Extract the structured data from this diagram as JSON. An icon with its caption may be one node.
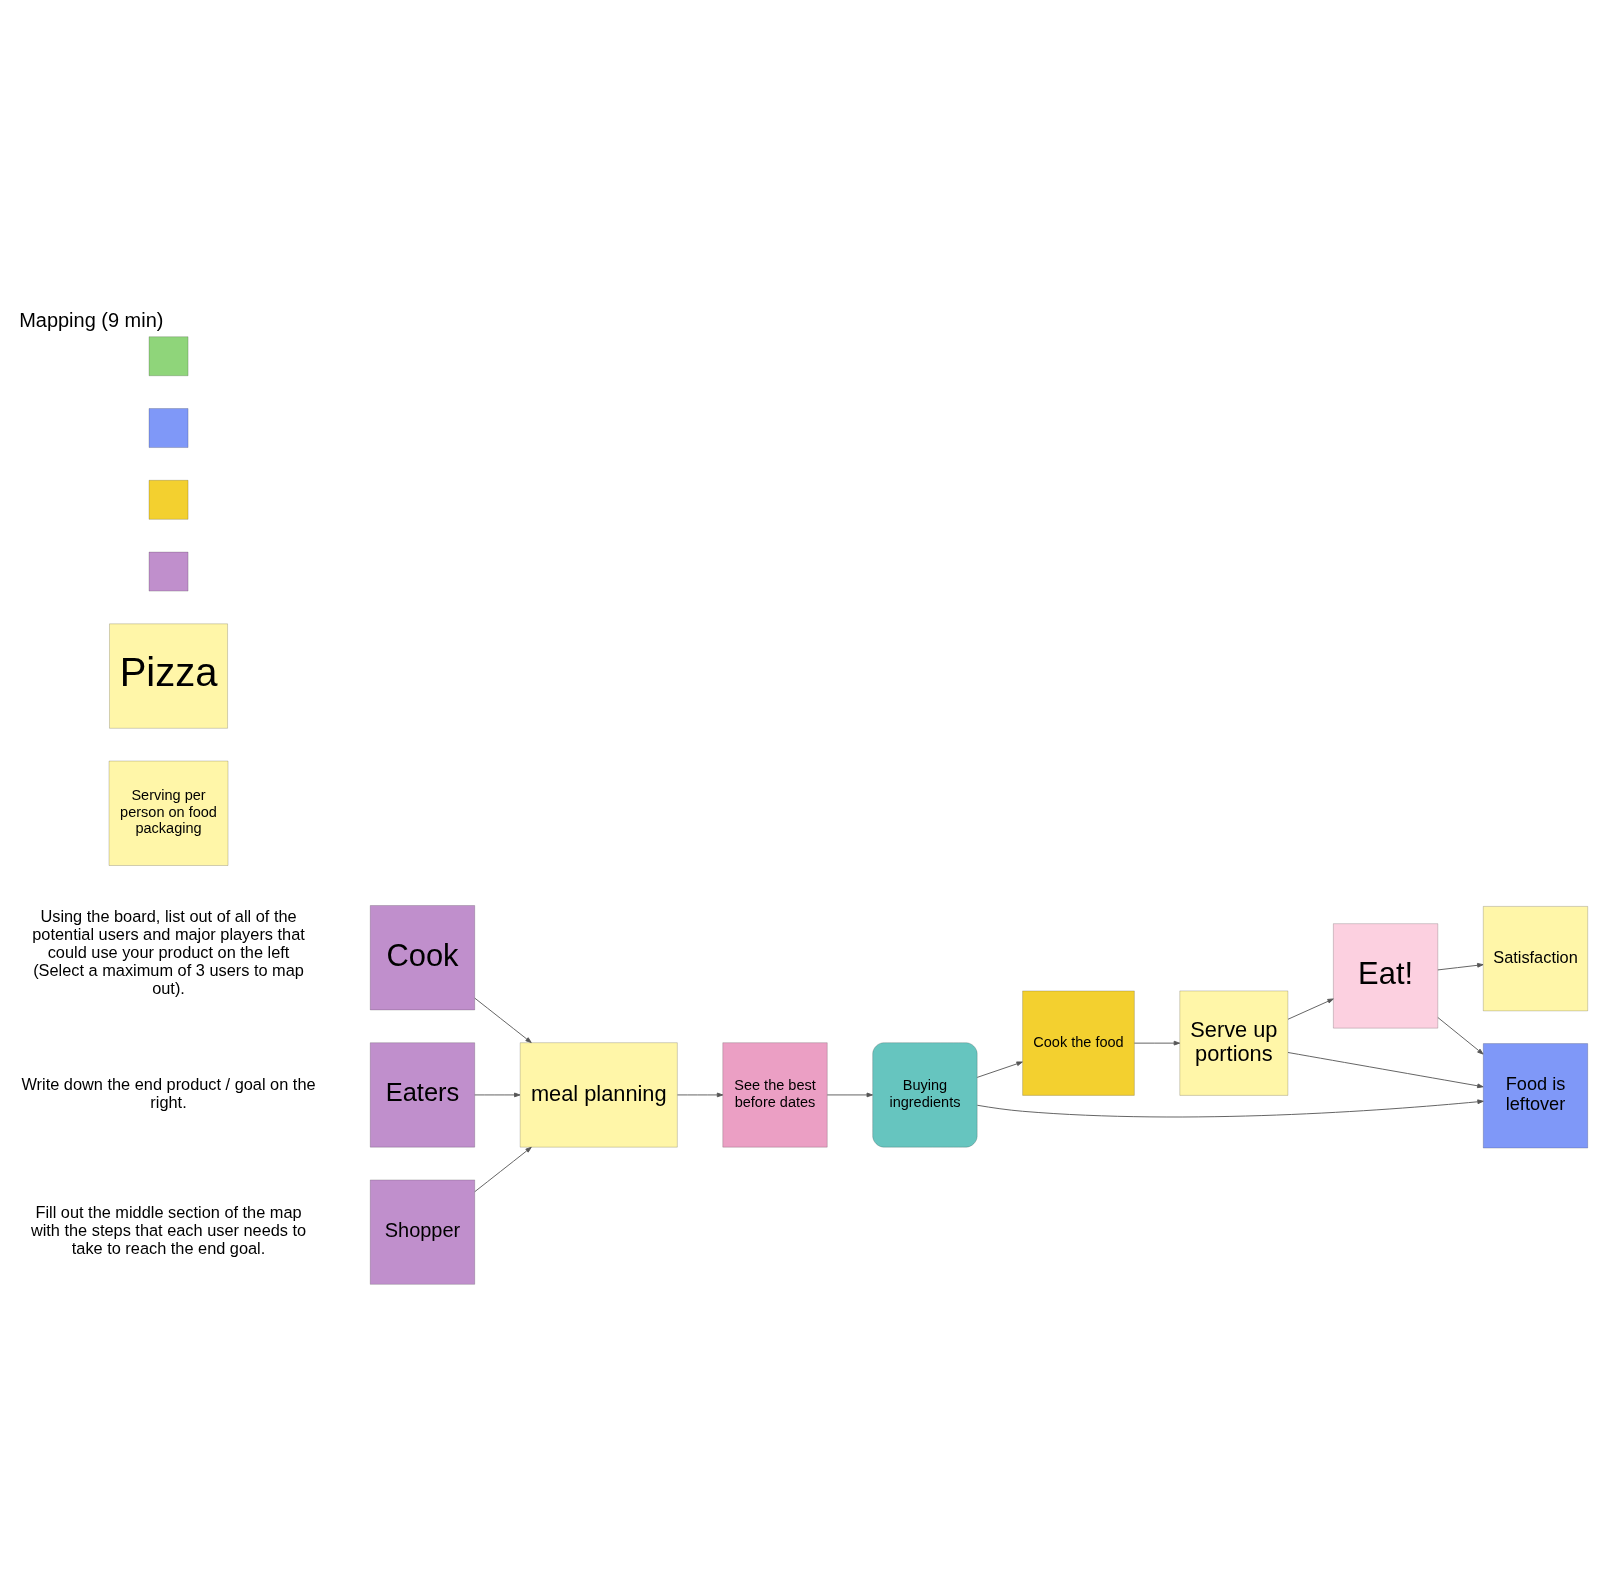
{
  "diagram": {
    "title": "Mapping (9 min)",
    "nodes": [
      {
        "text": [
          "Shopper"
        ]
      },
      {
        "text": [
          "Cook"
        ]
      },
      {
        "text": [
          "Eaters"
        ]
      },
      {
        "text": [
          "meal planning"
        ]
      },
      {
        "text": [
          "See the best before dates"
        ]
      },
      {
        "text": [
          "Buying ingredients"
        ]
      },
      {
        "text": [
          "Cook the food"
        ]
      },
      {
        "text": [
          "Serve up portions"
        ]
      },
      {
        "text": [
          "Food is leftover"
        ]
      },
      {
        "text": [
          "Eat!"
        ]
      },
      {
        "text": [
          "Satisfaction"
        ]
      },
      {
        "text": [
          "Serving per person on food packaging"
        ]
      },
      {
        "text": [
          "Pizza"
        ]
      },
      {
        "text": [],
        "shape": "box"
      },
      {
        "text": [],
        "shape": "box"
      },
      {
        "text": [],
        "shape": "box"
      },
      {
        "text": [],
        "shape": "box"
      }
    ],
    "edges": [
      {
        "from": 0,
        "to": 3,
        "arrow": "to"
      },
      {
        "from": 1,
        "to": 3,
        "arrow": "to"
      },
      {
        "from": 2,
        "to": 3,
        "arrow": "to"
      },
      {
        "from": 3,
        "to": 4,
        "arrow": "to"
      },
      {
        "from": 4,
        "to": 5,
        "arrow": "to"
      },
      {
        "from": 5,
        "to": 6,
        "arrow": "to"
      },
      {
        "from": 5,
        "to": 8,
        "arrow": "to"
      },
      {
        "from": 6,
        "to": 7,
        "arrow": "to"
      },
      {
        "from": 7,
        "to": 8,
        "arrow": "to"
      },
      {
        "from": 7,
        "to": 9,
        "arrow": "to"
      },
      {
        "from": 9,
        "to": 10,
        "arrow": "to"
      },
      {
        "from": 9,
        "to": 8,
        "arrow": "to"
      }
    ],
    "labels": [
      "Using the board, list out of all of the potential users and major players that could use your product on the left (Select a maximum of 3 users to map out).",
      "Write down the end product / goal on the right.",
      "Fill out the middle section of the map with the steps that each user needs to take to reach the end goal."
    ]
  }
}
